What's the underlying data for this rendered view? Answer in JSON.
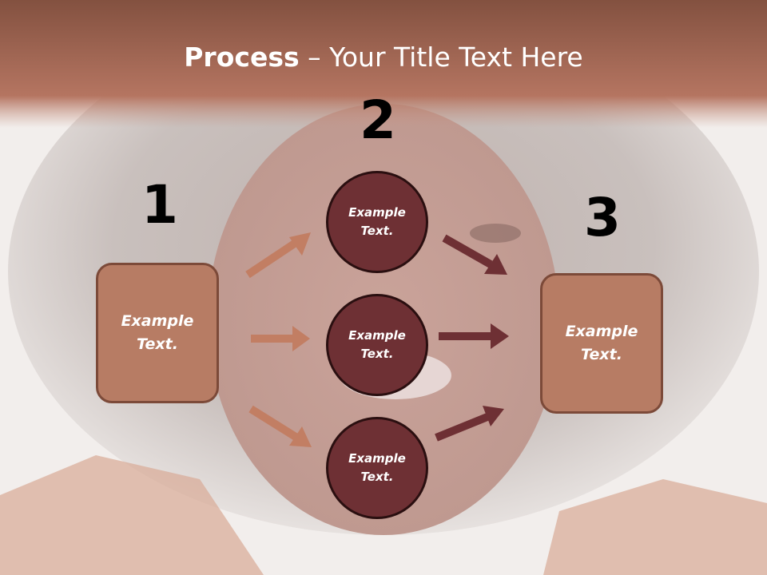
{
  "title": {
    "bold": "Process",
    "rest": " – Your Title Text Here"
  },
  "steps": {
    "n1": "1",
    "n2": "2",
    "n3": "3"
  },
  "left_box": {
    "label": "Example\nText."
  },
  "circles": [
    {
      "label": "Example\nText."
    },
    {
      "label": "Example\nText."
    },
    {
      "label": "Example\nText."
    }
  ],
  "right_box": {
    "label": "Example\nText."
  },
  "colors": {
    "box_fill": "#b77c64",
    "circle_fill": "#6e3034",
    "arrow_light": "#c27e63",
    "arrow_dark": "#6e3034",
    "header_band": "#8a5242"
  }
}
